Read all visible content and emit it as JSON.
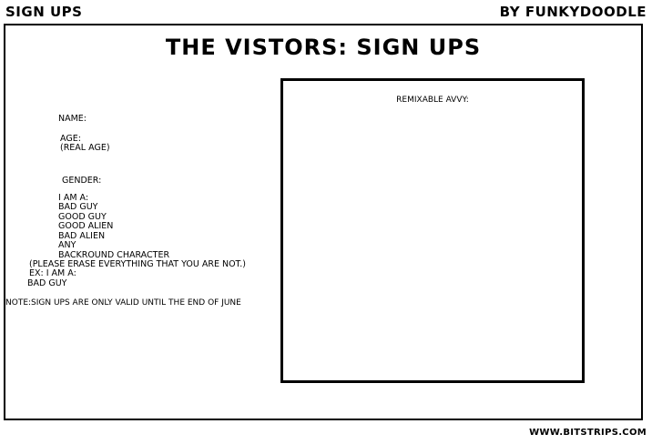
{
  "header": {
    "left_title": "SIGN UPS",
    "right_credit": "BY FUNKYDOODLE"
  },
  "panel": {
    "title": "THE VISTORS: SIGN UPS",
    "form": {
      "name": "NAME:",
      "age": "AGE:",
      "real_age": "(REAL AGE)",
      "gender": "GENDER:",
      "i_am_a": "I AM A:",
      "options": [
        "BAD GUY",
        "GOOD GUY",
        "GOOD ALIEN",
        "BAD ALIEN",
        "ANY",
        "BACKROUND CHARACTER"
      ],
      "instruction": "(PLEASE ERASE EVERYTHING THAT YOU ARE NOT.)",
      "example_label": "EX: I AM A:",
      "example_value": "BAD GUY",
      "note": "NOTE:SIGN UPS ARE ONLY VALID UNTIL THE END OF JUNE"
    },
    "avatar_label": "REMIXABLE AVVY:"
  },
  "footer": {
    "site": "WWW.BITSTRIPS.COM"
  }
}
